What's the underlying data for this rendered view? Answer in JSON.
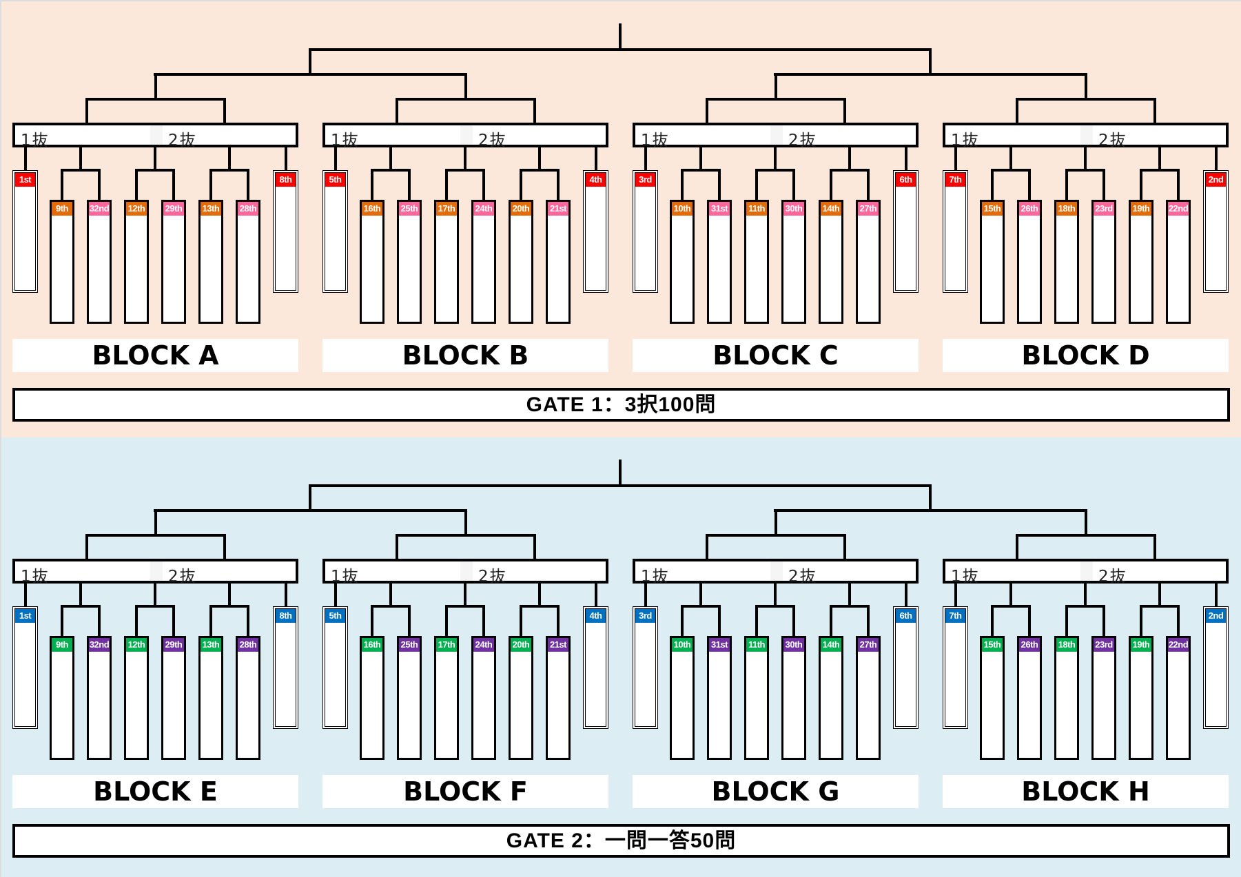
{
  "nuki_labels": {
    "first": "1抜",
    "second": "2抜"
  },
  "colors": {
    "line": "#000000",
    "gate1_background": "#fbe8db",
    "gate2_background": "#dcedf3"
  },
  "gates": [
    {
      "id": "gate1",
      "title": "GATE 1：3択100問",
      "tag_colors": {
        "seed": "#ff0000",
        "left": "#e36c09",
        "right": "#ff6699"
      },
      "blocks": [
        {
          "name": "BLOCK A",
          "seed_left": "1st",
          "seed_right": "8th",
          "pairs": [
            [
              "9th",
              "32nd"
            ],
            [
              "12th",
              "29th"
            ],
            [
              "13th",
              "28th"
            ]
          ]
        },
        {
          "name": "BLOCK B",
          "seed_left": "5th",
          "seed_right": "4th",
          "pairs": [
            [
              "16th",
              "25th"
            ],
            [
              "17th",
              "24th"
            ],
            [
              "20th",
              "21st"
            ]
          ]
        },
        {
          "name": "BLOCK C",
          "seed_left": "3rd",
          "seed_right": "6th",
          "pairs": [
            [
              "10th",
              "31st"
            ],
            [
              "11th",
              "30th"
            ],
            [
              "14th",
              "27th"
            ]
          ]
        },
        {
          "name": "BLOCK D",
          "seed_left": "7th",
          "seed_right": "2nd",
          "pairs": [
            [
              "15th",
              "26th"
            ],
            [
              "18th",
              "23rd"
            ],
            [
              "19th",
              "22nd"
            ]
          ]
        }
      ]
    },
    {
      "id": "gate2",
      "title": "GATE 2：一問一答50問",
      "tag_colors": {
        "seed": "#0070c0",
        "left": "#00b050",
        "right": "#7030a0"
      },
      "blocks": [
        {
          "name": "BLOCK E",
          "seed_left": "1st",
          "seed_right": "8th",
          "pairs": [
            [
              "9th",
              "32nd"
            ],
            [
              "12th",
              "29th"
            ],
            [
              "13th",
              "28th"
            ]
          ]
        },
        {
          "name": "BLOCK F",
          "seed_left": "5th",
          "seed_right": "4th",
          "pairs": [
            [
              "16th",
              "25th"
            ],
            [
              "17th",
              "24th"
            ],
            [
              "20th",
              "21st"
            ]
          ]
        },
        {
          "name": "BLOCK G",
          "seed_left": "3rd",
          "seed_right": "6th",
          "pairs": [
            [
              "10th",
              "31st"
            ],
            [
              "11th",
              "30th"
            ],
            [
              "14th",
              "27th"
            ]
          ]
        },
        {
          "name": "BLOCK H",
          "seed_left": "7th",
          "seed_right": "2nd",
          "pairs": [
            [
              "15th",
              "26th"
            ],
            [
              "18th",
              "23rd"
            ],
            [
              "19th",
              "22nd"
            ]
          ]
        }
      ]
    }
  ]
}
